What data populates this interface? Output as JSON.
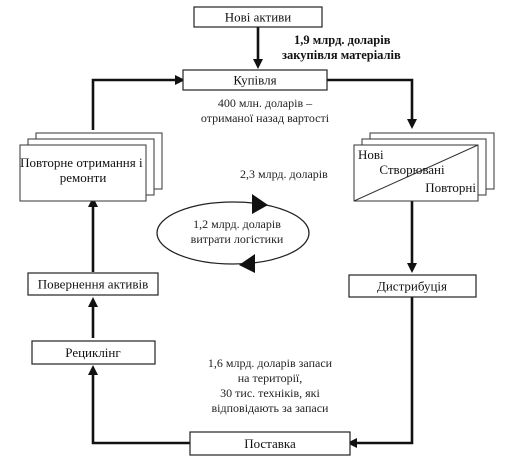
{
  "boxes": {
    "new_assets": "Нові активи",
    "purchase": "Купівля",
    "repair": "Повторне отримання і ремонти",
    "created_new": "Нові",
    "created": "Створювані",
    "created_repeat": "Повторні",
    "return_assets": "Повернення активів",
    "distribution": "Дистрибуція",
    "recycling": "Рециклінг",
    "supply": "Поставка"
  },
  "notes": {
    "materials_line1": "1,9 млрд. доларів",
    "materials_line2": "закупівля матеріалів",
    "returned_line1": "400 млн. доларів –",
    "returned_line2": "отриманої назад вартості",
    "cycle_value": "2,3 млрд. доларів",
    "logistics_line1": "1,2 млрд. доларів",
    "logistics_line2": "витрати логістики",
    "stock_line1": "1,6 млрд. доларів запаси",
    "stock_line2": "на території,",
    "stock_line3": "30 тис. техніків, які",
    "stock_line4": "відповідають за запаси"
  }
}
